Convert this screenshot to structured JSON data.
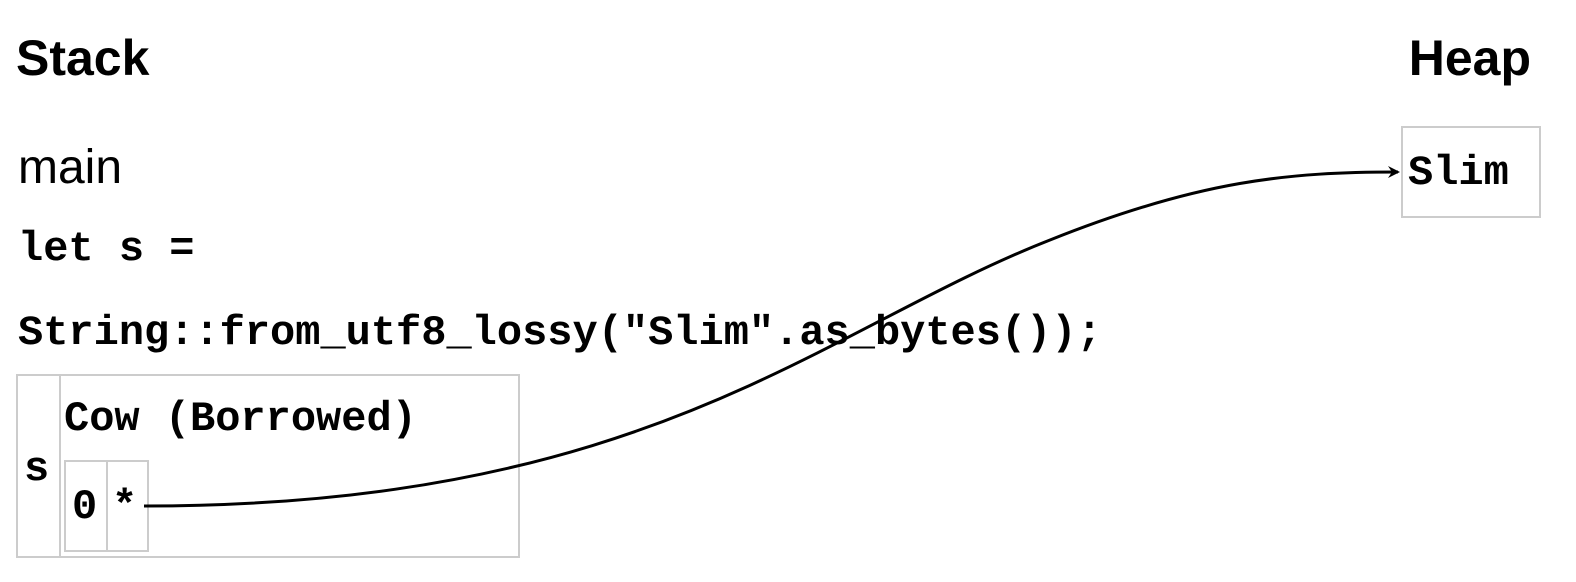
{
  "headings": {
    "stack": "Stack",
    "heap": "Heap"
  },
  "frame": {
    "name": "main"
  },
  "code": {
    "line1": "let s =",
    "line2": "String::from_utf8_lossy(\"Slim\".as_bytes());"
  },
  "variable": {
    "name": "s",
    "type_label": "Cow (Borrowed)",
    "fields": [
      "0",
      "*"
    ]
  },
  "heap_value": "Slim",
  "colors": {
    "box_border": "#cccccc",
    "arrow": "#000000"
  }
}
